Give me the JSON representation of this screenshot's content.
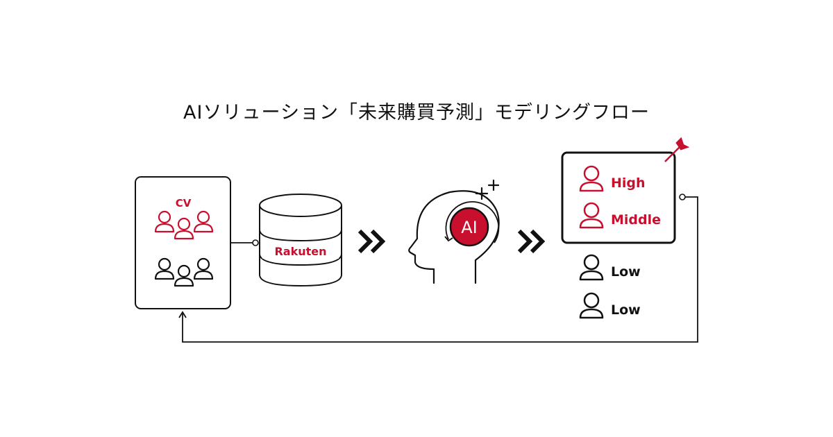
{
  "title": "AIソリューション「未来購買予測」モデリングフロー",
  "customers": {
    "cv_label": "CV"
  },
  "database": {
    "logo": "Rakuten"
  },
  "ai": {
    "badge": "AI"
  },
  "segments": {
    "high": "High",
    "middle": "Middle",
    "low1": "Low",
    "low2": "Low"
  },
  "colors": {
    "accent": "#c8102e",
    "ink": "#111111"
  }
}
